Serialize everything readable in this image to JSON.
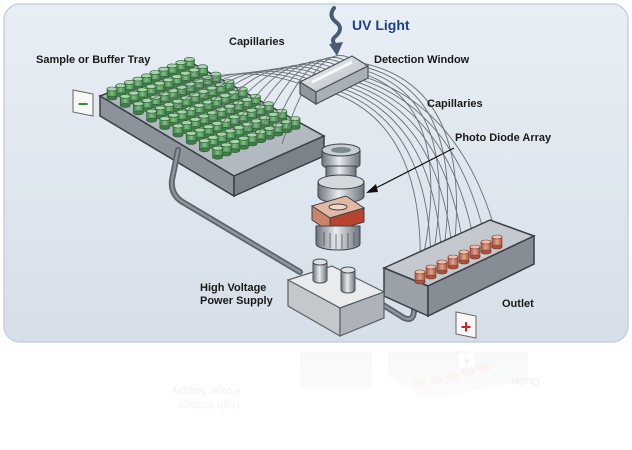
{
  "labels": {
    "uv_light": "UV Light",
    "sample_tray": "Sample or Buffer Tray",
    "capillaries_top": "Capillaries",
    "detection_window": "Detection Window",
    "capillaries_right": "Capillaries",
    "photo_diode_array": "Photo Diode Array",
    "hv_line1": "High Voltage",
    "hv_line2": "Power Supply",
    "outlet": "Outlet"
  },
  "symbols": {
    "negative": "−",
    "positive": "+"
  },
  "colors": {
    "panel_bg": "#dfe7f0",
    "panel_border": "#c6d2de",
    "label_text": "#1a1a1a",
    "uv_text": "#1d3f8c",
    "sample_vials": "#4f8f58",
    "outlet_vials": "#c4715a",
    "positive_sign": "#d0202a",
    "negative_sign": "#2d8c3a"
  }
}
